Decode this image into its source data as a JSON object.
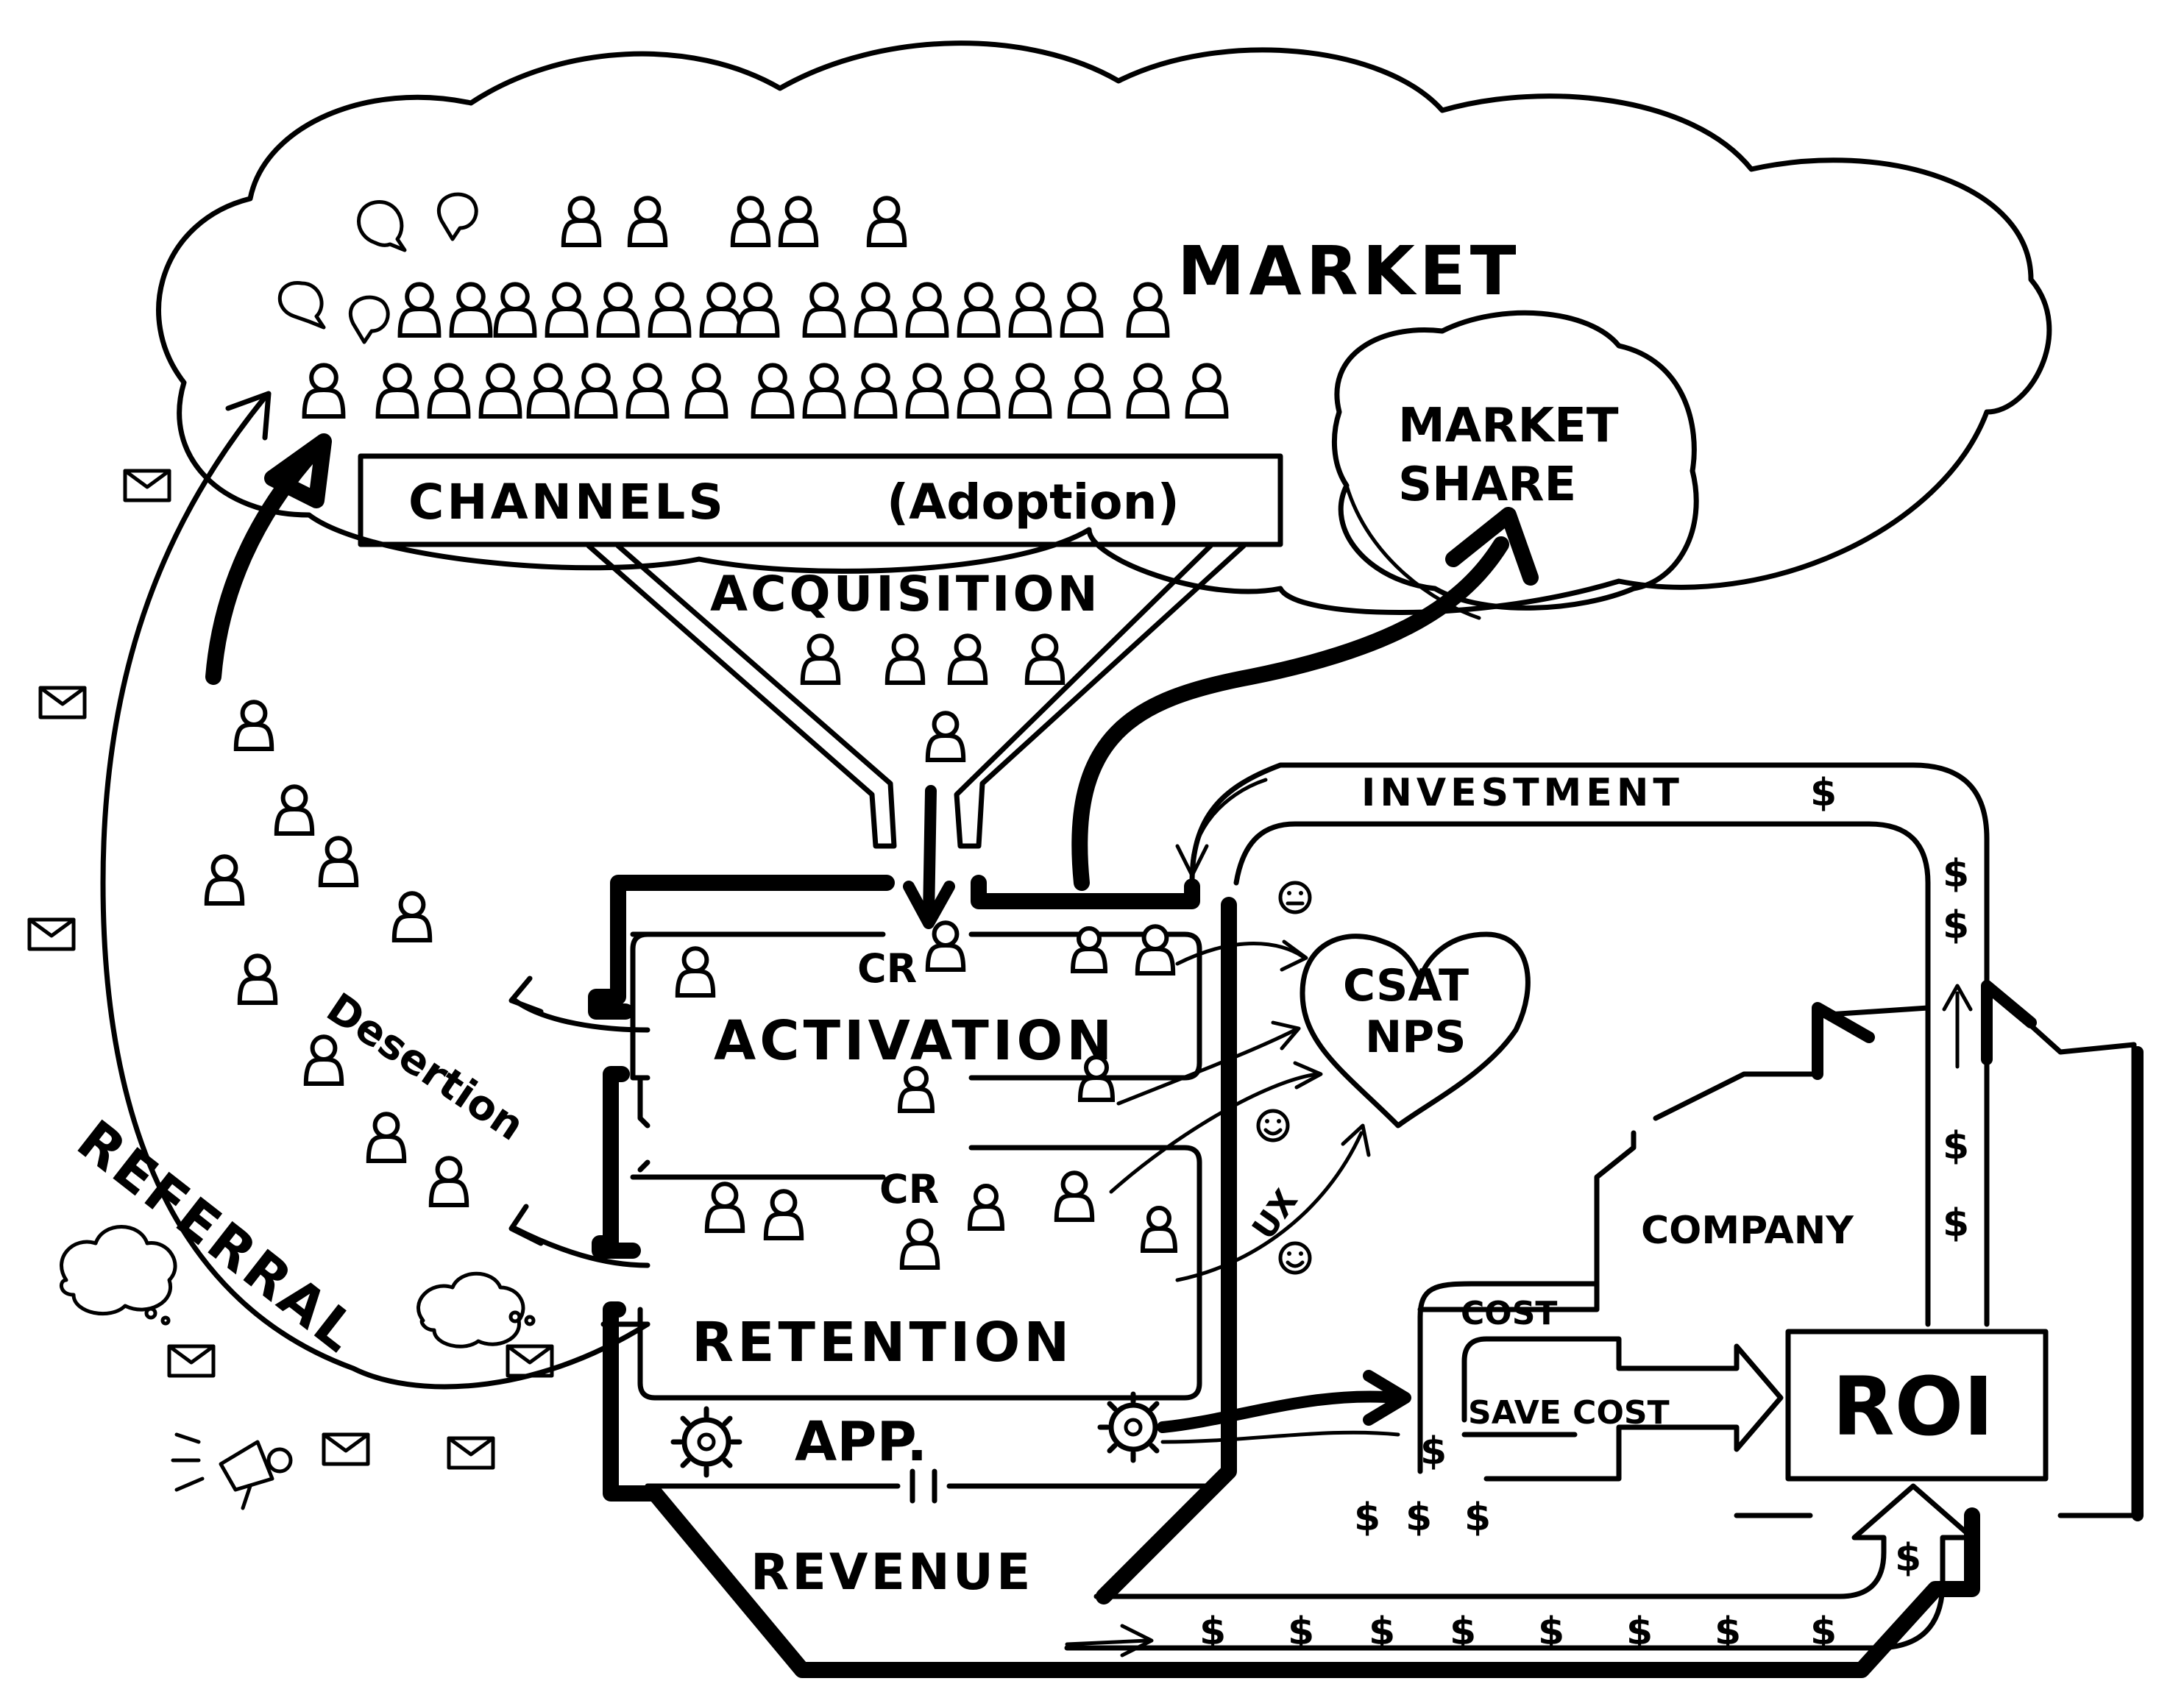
{
  "labels": {
    "market": "MARKET",
    "market_share_line1": "MARKET",
    "market_share_line2": "SHARE",
    "channels": "CHANNELS",
    "adoption": "(Adoption)",
    "acquisition": "ACQUISITION",
    "investment": "INVESTMENT",
    "cr_top": "CR",
    "cr_mid": "CR",
    "activation": "ACTIVATION",
    "retention": "RETENTION",
    "csat": "CSAT",
    "nps": "NPS",
    "ux": "UX",
    "desertion": "Desertion",
    "referral": "REFERRAL",
    "company": "COMPANY",
    "cost": "COST",
    "save_cost": "SAVE COST",
    "roi": "ROI",
    "app": "APP.",
    "revenue": "REVENUE",
    "dollar": "$"
  },
  "icons": {
    "person": "person-icon",
    "envelope": "envelope-icon",
    "gear": "gear-icon",
    "smiley": "smiley-icon",
    "speech_bubble": "speech-bubble-icon",
    "thought_cloud": "thought-cloud-icon",
    "megaphone": "megaphone-icon",
    "heart": "heart-icon"
  },
  "colors": {
    "ink": "#000000",
    "paper": "#ffffff"
  }
}
